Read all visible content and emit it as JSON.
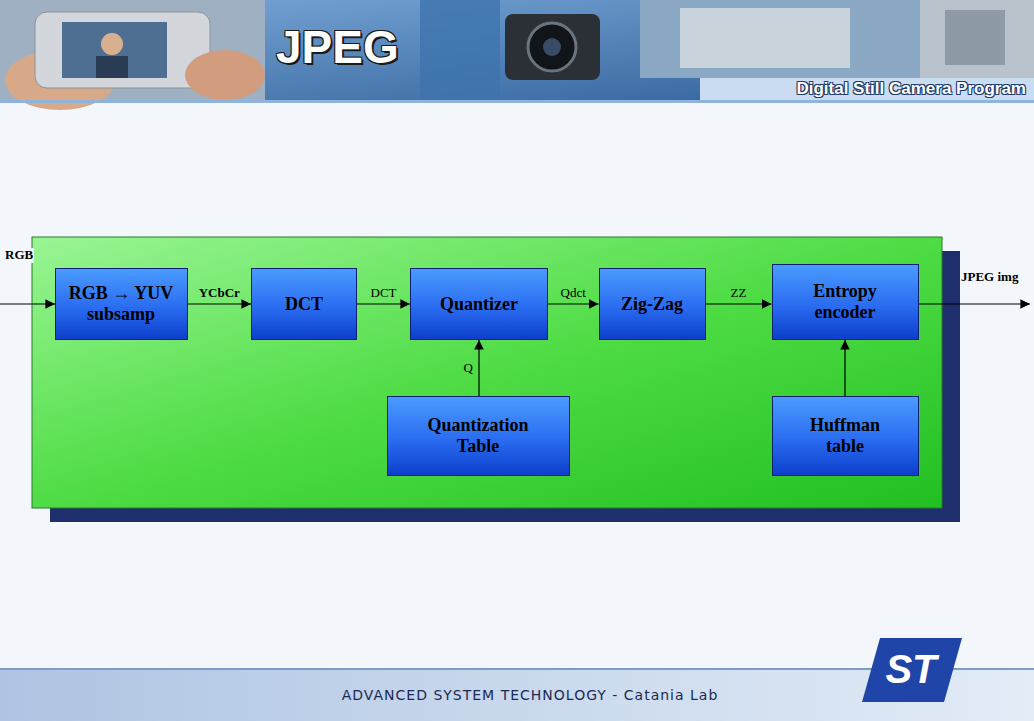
{
  "diagram": {
    "title": "JPEG",
    "nodes": [
      {
        "text": [
          "RGB → YUV subsamp"
        ]
      },
      {
        "text": [
          "DCT"
        ]
      },
      {
        "text": [
          "Quantizer"
        ]
      },
      {
        "text": [
          "Zig-Zag"
        ]
      },
      {
        "text": [
          "Entropy encoder"
        ]
      },
      {
        "text": [
          "Quantization Table"
        ]
      },
      {
        "text": [
          "Huffman table"
        ]
      }
    ],
    "edges": [
      {
        "from": 0,
        "to": 1,
        "label": "YCbCr",
        "arrow": "to"
      },
      {
        "from": 1,
        "to": 2,
        "label": "DCT",
        "arrow": "to"
      },
      {
        "from": 2,
        "to": 3,
        "label": "Qdct",
        "arrow": "to"
      },
      {
        "from": 3,
        "to": 4,
        "label": "ZZ",
        "arrow": "to"
      },
      {
        "from": 5,
        "to": 2,
        "label": "Q",
        "arrow": "to"
      },
      {
        "from": 6,
        "to": 4,
        "arrow": "to"
      }
    ],
    "labels": [
      "RGB",
      "JPEG img",
      "Digital Still Camera Program",
      "ADVANCED SYSTEM TECHNOLOGY - Catania Lab",
      "ST"
    ]
  }
}
